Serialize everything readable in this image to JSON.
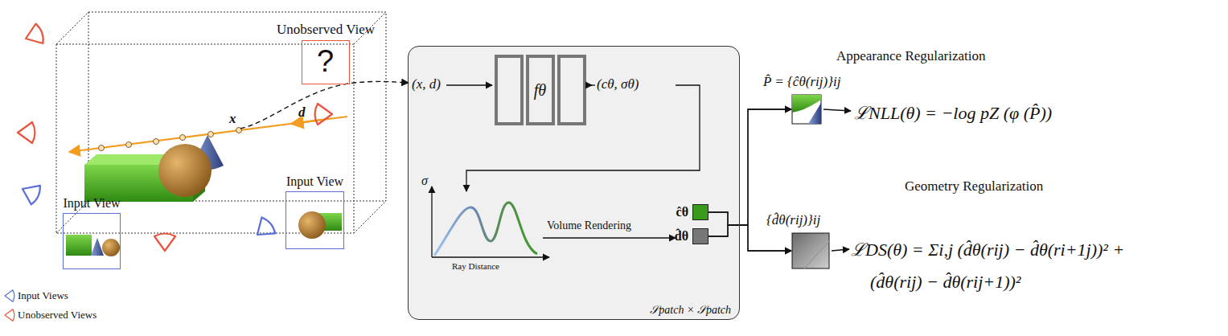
{
  "diagram": {
    "nodes": [
      {
        "text": [
          "Unobserved View",
          "?"
        ]
      },
      {
        "text": [
          "Input View"
        ]
      },
      {
        "text": [
          "Input View"
        ]
      },
      {
        "text": [
          "𝒮patch × 𝒮patch"
        ]
      },
      {
        "text": [
          "fθ"
        ],
        "in": 3
      },
      {
        "text": [
          "ĉθ"
        ],
        "in": 3
      },
      {
        "text": [
          "d̂θ"
        ],
        "in": 3
      },
      {
        "text": [
          "P̂ = {ĉθ(rij)}ij"
        ]
      },
      {
        "text": [
          "{d̂θ(rij)}ij"
        ]
      }
    ],
    "edges": [
      {
        "from": 5,
        "to": 7,
        "arrow": "to"
      },
      {
        "from": 5,
        "to": 8,
        "arrow": "to"
      },
      {
        "from": 6,
        "to": 7,
        "arrow": "to"
      },
      {
        "from": 6,
        "to": 8,
        "arrow": "to"
      }
    ],
    "labels": [
      "x",
      "d",
      "(x, d)",
      "(cθ, σθ)",
      "σ",
      "Ray Distance",
      "Volume Rendering",
      "Appearance Regularization",
      "ℒNLL(θ) = −log pZ (φ (P̂))",
      "Geometry Regularization",
      "ℒDS(θ) = Σi,j (d̂θ(rij) − d̂θ(ri+1j))² +",
      "(d̂θ(rij) − d̂θ(rij+1))²"
    ],
    "legend": [
      {
        "text": "Input Views"
      },
      {
        "text": "Unobserved Views"
      }
    ]
  }
}
